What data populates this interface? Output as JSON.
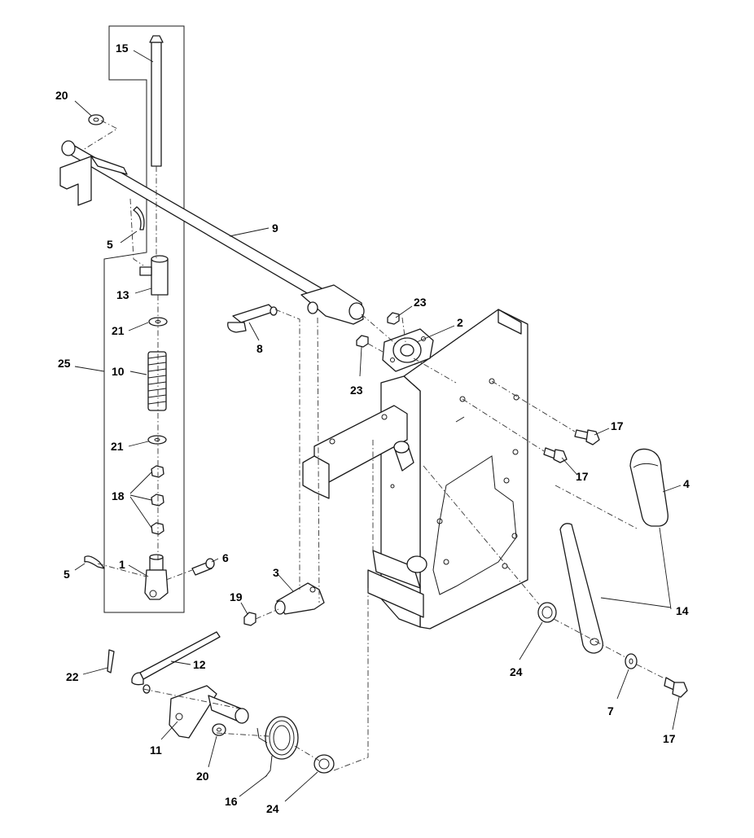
{
  "callouts": [
    {
      "id": "15",
      "text": "15"
    },
    {
      "id": "20a",
      "text": "20"
    },
    {
      "id": "9",
      "text": "9"
    },
    {
      "id": "5a",
      "text": "5"
    },
    {
      "id": "13",
      "text": "13"
    },
    {
      "id": "21a",
      "text": "21"
    },
    {
      "id": "25",
      "text": "25"
    },
    {
      "id": "10",
      "text": "10"
    },
    {
      "id": "21b",
      "text": "21"
    },
    {
      "id": "18",
      "text": "18"
    },
    {
      "id": "5b",
      "text": "5"
    },
    {
      "id": "1",
      "text": "1"
    },
    {
      "id": "6",
      "text": "6"
    },
    {
      "id": "23a",
      "text": "23"
    },
    {
      "id": "2",
      "text": "2"
    },
    {
      "id": "8",
      "text": "8"
    },
    {
      "id": "23b",
      "text": "23"
    },
    {
      "id": "17a",
      "text": "17"
    },
    {
      "id": "17b",
      "text": "17"
    },
    {
      "id": "4",
      "text": "4"
    },
    {
      "id": "3",
      "text": "3"
    },
    {
      "id": "19",
      "text": "19"
    },
    {
      "id": "14",
      "text": "14"
    },
    {
      "id": "24a",
      "text": "24"
    },
    {
      "id": "12",
      "text": "12"
    },
    {
      "id": "22",
      "text": "22"
    },
    {
      "id": "7",
      "text": "7"
    },
    {
      "id": "17c",
      "text": "17"
    },
    {
      "id": "11",
      "text": "11"
    },
    {
      "id": "20b",
      "text": "20"
    },
    {
      "id": "16",
      "text": "16"
    },
    {
      "id": "24b",
      "text": "24"
    }
  ]
}
